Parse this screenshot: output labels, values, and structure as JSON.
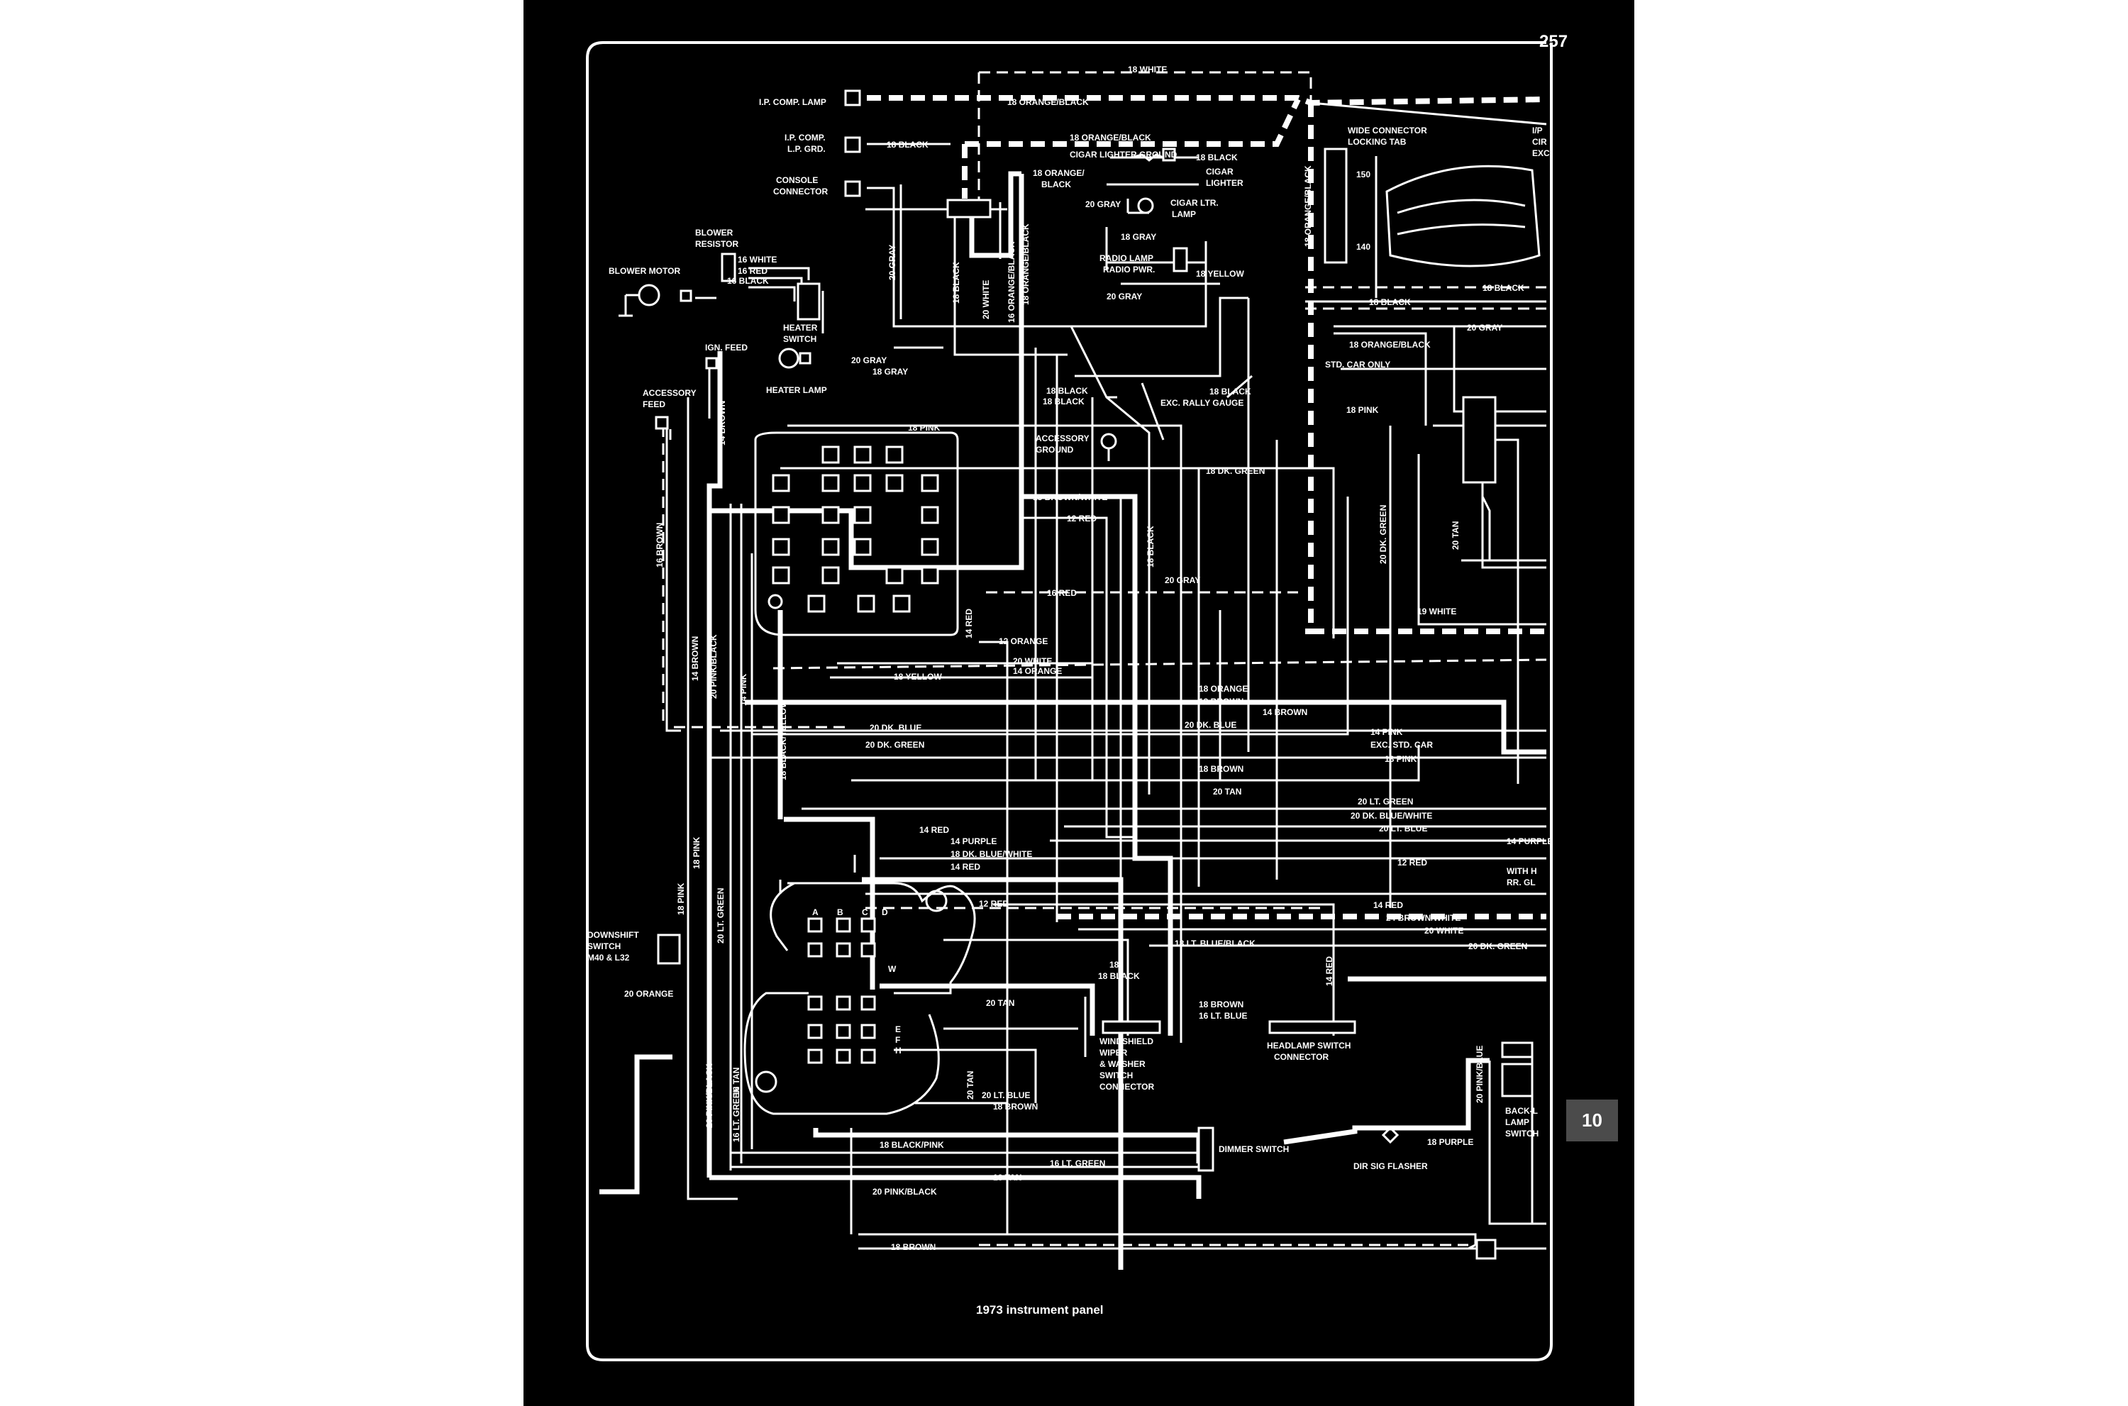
{
  "page": {
    "number": "257",
    "section_tab": "10",
    "caption": "1973 instrument panel"
  },
  "labels": {
    "ip_comp_lamp": "I.P. COMP. LAMP",
    "ip_comp": "I.P. COMP.",
    "lp_grd": "L.P. GRD.",
    "console": "CONSOLE",
    "connector": "CONNECTOR",
    "blower": "BLOWER",
    "resistor": "RESISTOR",
    "blower_motor": "BLOWER MOTOR",
    "heater": "HEATER",
    "switch": "SWITCH",
    "ign_feed": "IGN. FEED",
    "heater_lamp": "HEATER LAMP",
    "accessory": "ACCESSORY",
    "feed": "FEED",
    "cigar_lighter_ground": "CIGAR LIGHTER GROUND",
    "cigar": "CIGAR",
    "lighter": "LIGHTER",
    "cigar_ltr": "CIGAR LTR.",
    "lamp": "LAMP",
    "radio_lamp": "RADIO LAMP",
    "radio_pwr": "RADIO PWR.",
    "exc_rally_gauge": "EXC. RALLY GAUGE",
    "accessory_ground_1": "ACCESSORY",
    "accessory_ground_2": "GROUND",
    "std_car_only": "STD. CAR ONLY",
    "wide_connector": "WIDE CONNECTOR",
    "locking_tab": "LOCKING TAB",
    "exc_std_car": "EXC. STD. CAR",
    "with_h": "WITH H",
    "rr_gl": "RR. GL",
    "downshift": "DOWNSHIFT",
    "switch_m40": "M40 & L32",
    "windshield": "WINDSHIELD",
    "wiper": "WIPER",
    "washer": "& WASHER",
    "headlamp_switch": "HEADLAMP SWITCH",
    "dimmer_switch": "DIMMER SWITCH",
    "dir_sig_flasher": "DIR SIG FLASHER",
    "back_lamp_1": "BACK-L",
    "back_lamp_2": "LAMP",
    "back_lamp_3": "SWITCH",
    "ip_right_1": "I/P",
    "ip_right_2": "CIR",
    "ip_right_3": "EXC",
    "pin_a": "A",
    "pin_b": "B",
    "pin_c": "C",
    "pin_d": "D",
    "pin_w": "W",
    "pin_e": "E",
    "pin_f": "F",
    "pin_h": "H",
    "term_150": "150",
    "term_140": "140"
  },
  "wires": {
    "w18_white": "18 WHITE",
    "w18_orange_black": "18 ORANGE/BLACK",
    "w18_black": "18 BLACK",
    "w18_orange_black_a": "18 ORANGE/",
    "w18_orange_black_b": "BLACK",
    "w20_gray": "20 GRAY",
    "w18_gray": "18 GRAY",
    "w18_yellow": "18 YELLOW",
    "w16_white": "16 WHITE",
    "w16_red": "16 RED",
    "w16_black": "16 BLACK",
    "w20_white": "20 WHITE",
    "w16_orange_black": "16 ORANGE/BLACK",
    "w14_brown": "14 BROWN",
    "w16_brown": "16 BROWN",
    "w18_pink": "18 PINK",
    "w18_dk_green": "18 DK. GREEN",
    "w18_brown_white": "18 BROWN/WHITE",
    "w12_red": "12 RED",
    "w16_red_b": "16 RED",
    "w20_dk_green": "20 DK. GREEN",
    "w20_tan": "20 TAN",
    "w19_white": "19 WHITE",
    "w14_red": "14 RED",
    "w12_orange": "12 ORANGE",
    "w14_orange": "14 ORANGE",
    "w18_orange": "18 ORANGE",
    "w18_brown": "18 BROWN",
    "w20_dk_blue": "20 DK. BLUE",
    "w14_pink": "14 PINK",
    "w18_black_yellow": "18 BLACK/YELLOW",
    "w20_pink_black": "20 PINK/BLACK",
    "w20_lt_green": "20 LT. GREEN",
    "w20_dk_blue_white": "20 DK. BLUE/WHITE",
    "w20_lt_blue": "20 LT. BLUE",
    "w14_purple": "14 PURPLE",
    "w18_dk_blue_white": "18 DK. BLUE/WHITE",
    "w14_purple_b": "14 PURPLE",
    "w24_brown_white": "24 BROWN/WHITE",
    "w18_lt_blue_black": "18 LT. BLUE/BLACK",
    "w18_black_2": "18",
    "w16_lt_blue": "16 LT. BLUE",
    "w20_orange": "20 ORANGE",
    "w18_black_pink": "18 BLACK/PINK",
    "w16_lt_green": "16 LT. GREEN",
    "w16_tan": "16 TAN",
    "w18_purple": "18 PURPLE",
    "w20_pink_blue": "20 PINK/BLUE",
    "w20_tan_b": "20 TAN",
    "w16_tan_v": "16 TAN",
    "w16_lt_green_v": "16 LT. GREEN"
  }
}
